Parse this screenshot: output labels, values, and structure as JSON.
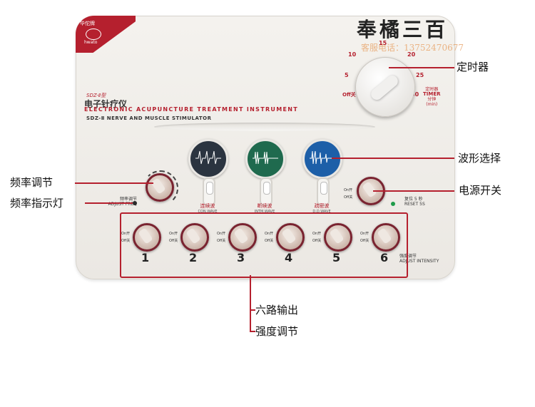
{
  "brand": {
    "name": "奉橘三百",
    "phone": "客服电话：13752470677"
  },
  "device": {
    "logo_text": "华佗牌",
    "logo_sub": "hwato",
    "model_small": "SDZ-Ⅱ型",
    "title_cn": "电子针疗仪",
    "title_en": "ELECTRONIC ACUPUNCTURE TREATMENT INSTRUMENT",
    "title_sub": "SDZ-Ⅱ NERVE AND MUSCLE STIMULATOR"
  },
  "timer": {
    "ticks": [
      "15",
      "10",
      "20",
      "5",
      "25",
      "Off关",
      "30"
    ],
    "label_cn": "定时器",
    "label_en": "TIMER",
    "label_unit": "分钟",
    "label_min": "(min)"
  },
  "waves": [
    {
      "cn": "连续波",
      "en": "CON.WAVE",
      "color": "#2b3440"
    },
    {
      "cn": "断续波",
      "en": "INTM.WAVE",
      "color": "#1f6a4e"
    },
    {
      "cn": "疏密波",
      "en": "D.D.WAVE",
      "color": "#1d5fa8"
    }
  ],
  "freq": {
    "label_cn": "频率调节",
    "label_en": "ADJUST FREQ"
  },
  "power": {
    "on": "On开",
    "off": "Off关",
    "reset_cn": "复位 5 秒",
    "reset_en": "RESET 5S"
  },
  "channels": {
    "numbers": [
      "1",
      "2",
      "3",
      "4",
      "5",
      "6"
    ],
    "on": "On开",
    "off": "Off关",
    "label_cn": "强度调节",
    "label_en": "ADJUST INTENSITY"
  },
  "callouts": {
    "timer": "定时器",
    "wave_select": "波形选择",
    "freq_adjust": "频率调节",
    "freq_led": "频率指示灯",
    "power_switch": "电源开关",
    "six_output": "六路输出",
    "intensity_adjust": "强度调节"
  },
  "colors": {
    "accent": "#b5202e",
    "led_red": "#c0202a",
    "led_green": "#1f9b4a"
  }
}
